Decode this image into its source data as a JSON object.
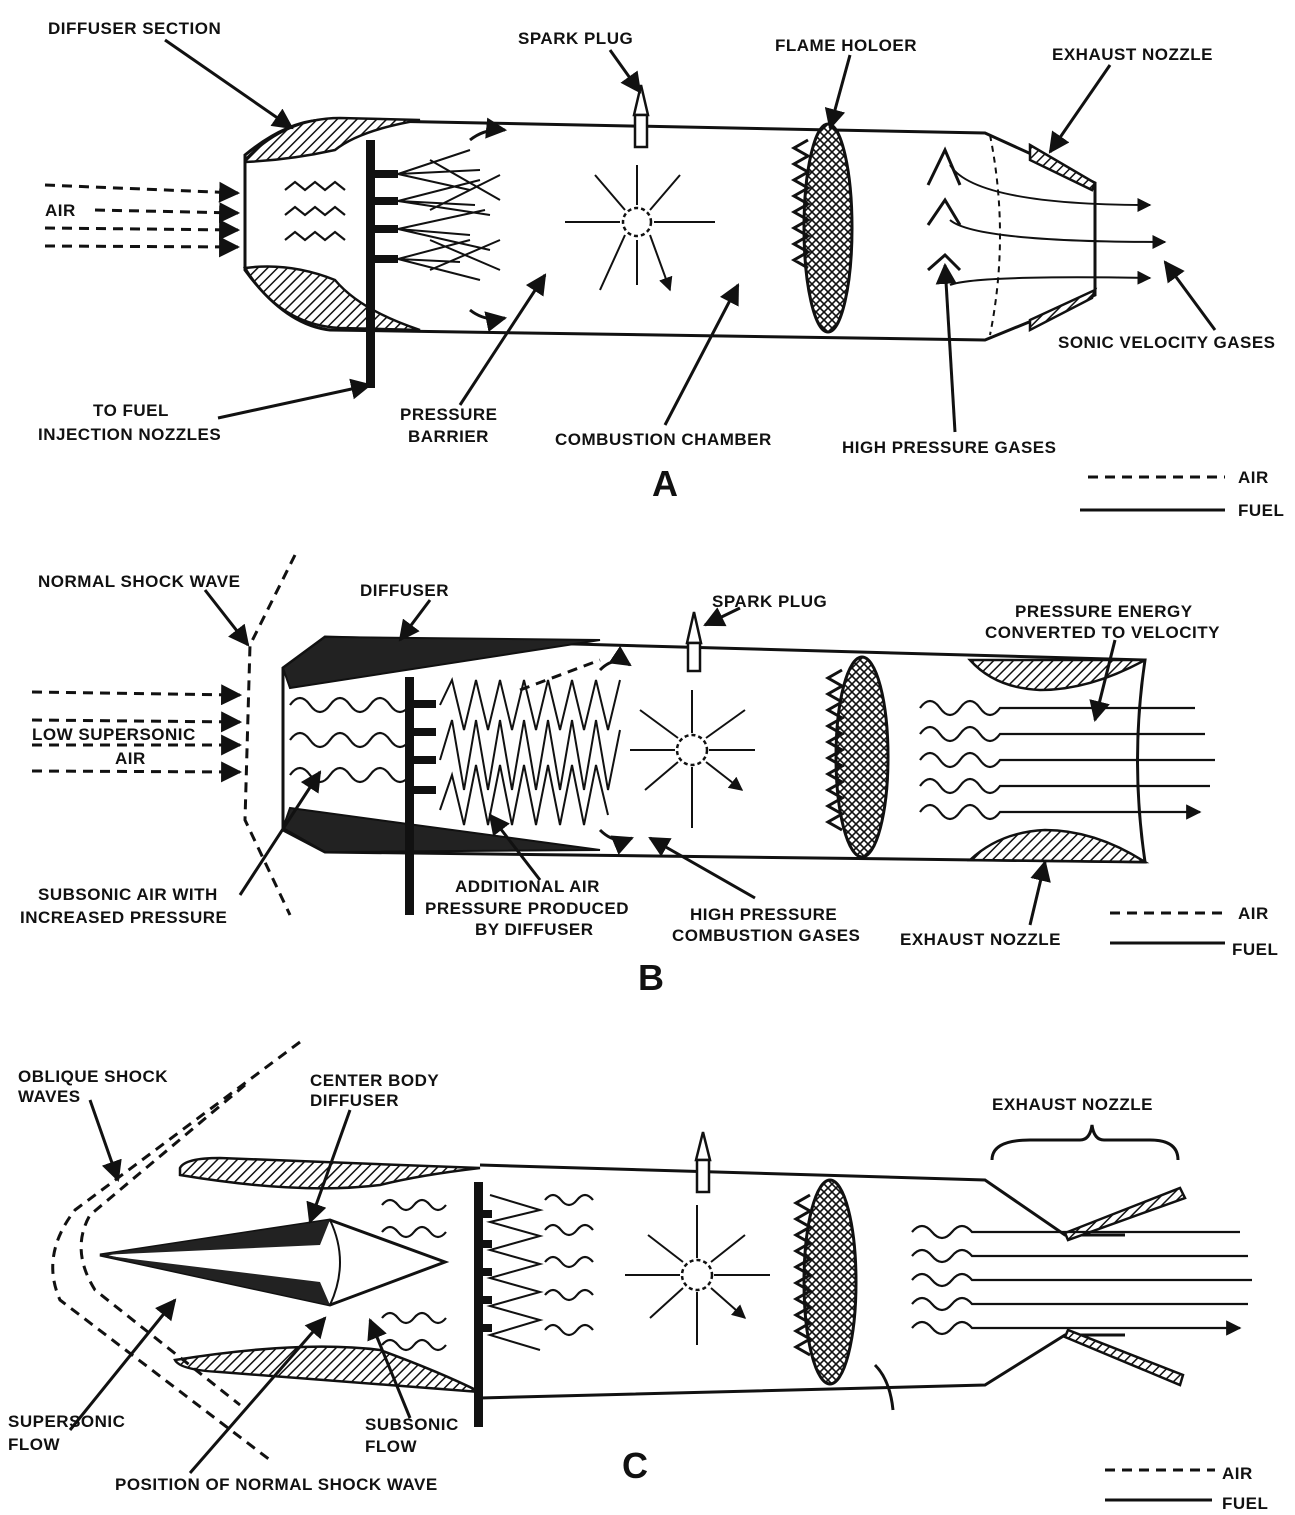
{
  "diagram_a": {
    "letter": "A",
    "labels": {
      "diffuser_section": "DIFFUSER SECTION",
      "spark_plug": "SPARK PLUG",
      "flame_holder": "FLAME HOLOER",
      "exhaust_nozzle": "EXHAUST NOZZLE",
      "air": "AIR",
      "sonic_velocity_gases": "SONIC VELOCITY GASES",
      "to_fuel_line1": "TO FUEL",
      "to_fuel_line2": "INJECTION NOZZLES",
      "pressure_barrier_line1": "PRESSURE",
      "pressure_barrier_line2": "BARRIER",
      "combustion_chamber": "COMBUSTION CHAMBER",
      "high_pressure_gases": "HIGH PRESSURE GASES"
    },
    "legend": {
      "air": "AIR",
      "fuel": "FUEL"
    }
  },
  "diagram_b": {
    "letter": "B",
    "labels": {
      "normal_shock_wave": "NORMAL SHOCK WAVE",
      "diffuser": "DIFFUSER",
      "spark_plug": "SPARK PLUG",
      "pressure_energy_line1": "PRESSURE ENERGY",
      "pressure_energy_line2": "CONVERTED TO VELOCITY",
      "low_supersonic_line1": "LOW SUPERSONIC",
      "low_supersonic_line2": "AIR",
      "subsonic_air_line1": "SUBSONIC AIR WITH",
      "subsonic_air_line2": "INCREASED PRESSURE",
      "additional_air_line1": "ADDITIONAL AIR",
      "additional_air_line2": "PRESSURE PRODUCED",
      "additional_air_line3": "BY DIFFUSER",
      "high_pressure_line1": "HIGH PRESSURE",
      "high_pressure_line2": "COMBUSTION GASES",
      "exhaust_nozzle": "EXHAUST NOZZLE"
    },
    "legend": {
      "air": "AIR",
      "fuel": "FUEL"
    }
  },
  "diagram_c": {
    "letter": "C",
    "labels": {
      "oblique_line1": "OBLIQUE SHOCK",
      "oblique_line2": "WAVES",
      "center_body_line1": "CENTER BODY",
      "center_body_line2": "DIFFUSER",
      "exhaust_nozzle": "EXHAUST NOZZLE",
      "supersonic_line1": "SUPERSONIC",
      "supersonic_line2": "FLOW",
      "subsonic_line1": "SUBSONIC",
      "subsonic_line2": "FLOW",
      "position_normal_shock": "POSITION OF NORMAL SHOCK WAVE"
    },
    "legend": {
      "air": "AIR",
      "fuel": "FUEL"
    }
  },
  "colors": {
    "ink": "#111111",
    "paper": "#ffffff"
  }
}
